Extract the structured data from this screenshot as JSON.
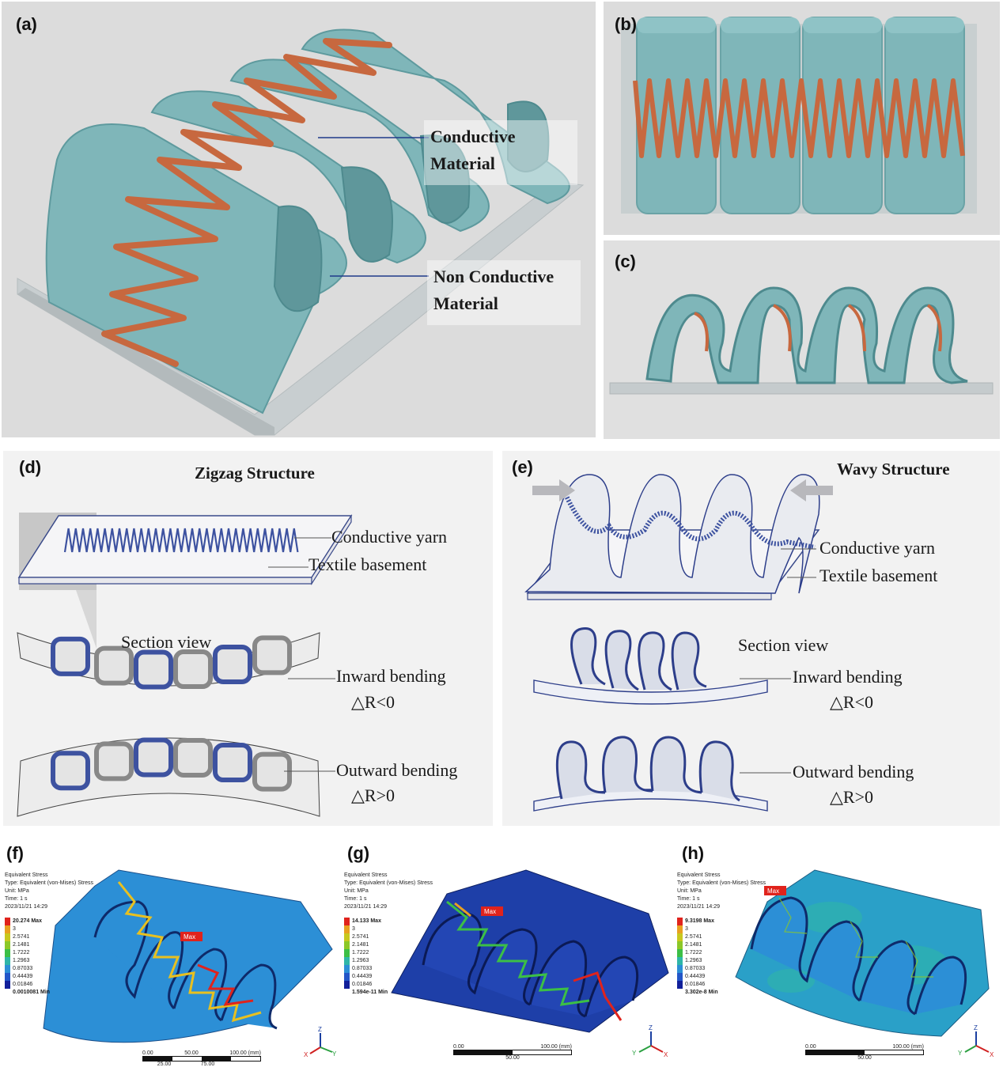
{
  "panels": {
    "a": {
      "label": "(a)",
      "callout1_line1": "Conductive",
      "callout1_line2": "Material",
      "callout2_line1": "Non Conductive",
      "callout2_line2": "Material"
    },
    "b": {
      "label": "(b)"
    },
    "c": {
      "label": "(c)"
    },
    "d": {
      "label": "(d)",
      "title": "Zigzag Structure",
      "conductive_yarn": "Conductive yarn",
      "textile_basement": "Textile basement",
      "section_view": "Section view",
      "inward": "Inward bending",
      "inward_r": "△R<0",
      "outward": "Outward bending",
      "outward_r": "△R>0"
    },
    "e": {
      "label": "(e)",
      "title": "Wavy Structure",
      "conductive_yarn": "Conductive yarn",
      "textile_basement": "Textile basement",
      "section_view": "Section view",
      "inward": "Inward bending",
      "inward_r": "△R<0",
      "outward": "Outward bending",
      "outward_r": "△R>0"
    },
    "f": {
      "label": "(f)",
      "hdr": [
        "Equivalent Stress",
        "Type: Equivalent (von-Mises) Stress",
        "Unit: MPa",
        "Time: 1 s",
        "2023/11/21 14:29"
      ],
      "max": "20.274 Max",
      "min": "0.0010081 Min",
      "max_tag": "Max",
      "scale_top": [
        "0.00",
        "50.00",
        "100.00 (mm)"
      ],
      "scale_bottom": [
        "25.00",
        "75.00"
      ]
    },
    "g": {
      "label": "(g)",
      "hdr": [
        "Equivalent Stress",
        "Type: Equivalent (von-Mises) Stress",
        "Unit: MPa",
        "Time: 1 s",
        "2023/11/21 14:29"
      ],
      "max": "14.133 Max",
      "min": "1.594e-11 Min",
      "max_tag": "Max",
      "scale_top": [
        "0.00",
        "100.00 (mm)"
      ],
      "scale_bottom": [
        "50.00"
      ]
    },
    "h": {
      "label": "(h)",
      "hdr": [
        "Equivalent Stress",
        "Type: Equivalent (von-Mises) Stress",
        "Unit: MPa",
        "Time: 1 s",
        "2023/11/21 14:29"
      ],
      "max": "9.3198 Max",
      "min": "3.302e-8 Min",
      "max_tag": "Max",
      "scale_top": [
        "0.00",
        "100.00 (mm)"
      ],
      "scale_bottom": [
        "50.00"
      ]
    }
  },
  "legend_levels": [
    "3",
    "2.5741",
    "2.1481",
    "1.7222",
    "1.2963",
    "0.87033",
    "0.44439",
    "0.01846"
  ],
  "legend_colors": [
    "#e0231c",
    "#e8a020",
    "#c8c81e",
    "#8cc828",
    "#3cbf46",
    "#2fb6a8",
    "#2c8fd6",
    "#2356c8",
    "#12209a"
  ],
  "axes": {
    "z": "Z",
    "y": "Y",
    "x": "X"
  },
  "colors": {
    "fabric": "#7fb6b9",
    "fabric_dark": "#5d9a9e",
    "wire": "#c7683f",
    "yarn_blue": "#3d52a0",
    "stress_base": "#2c8fd6"
  }
}
